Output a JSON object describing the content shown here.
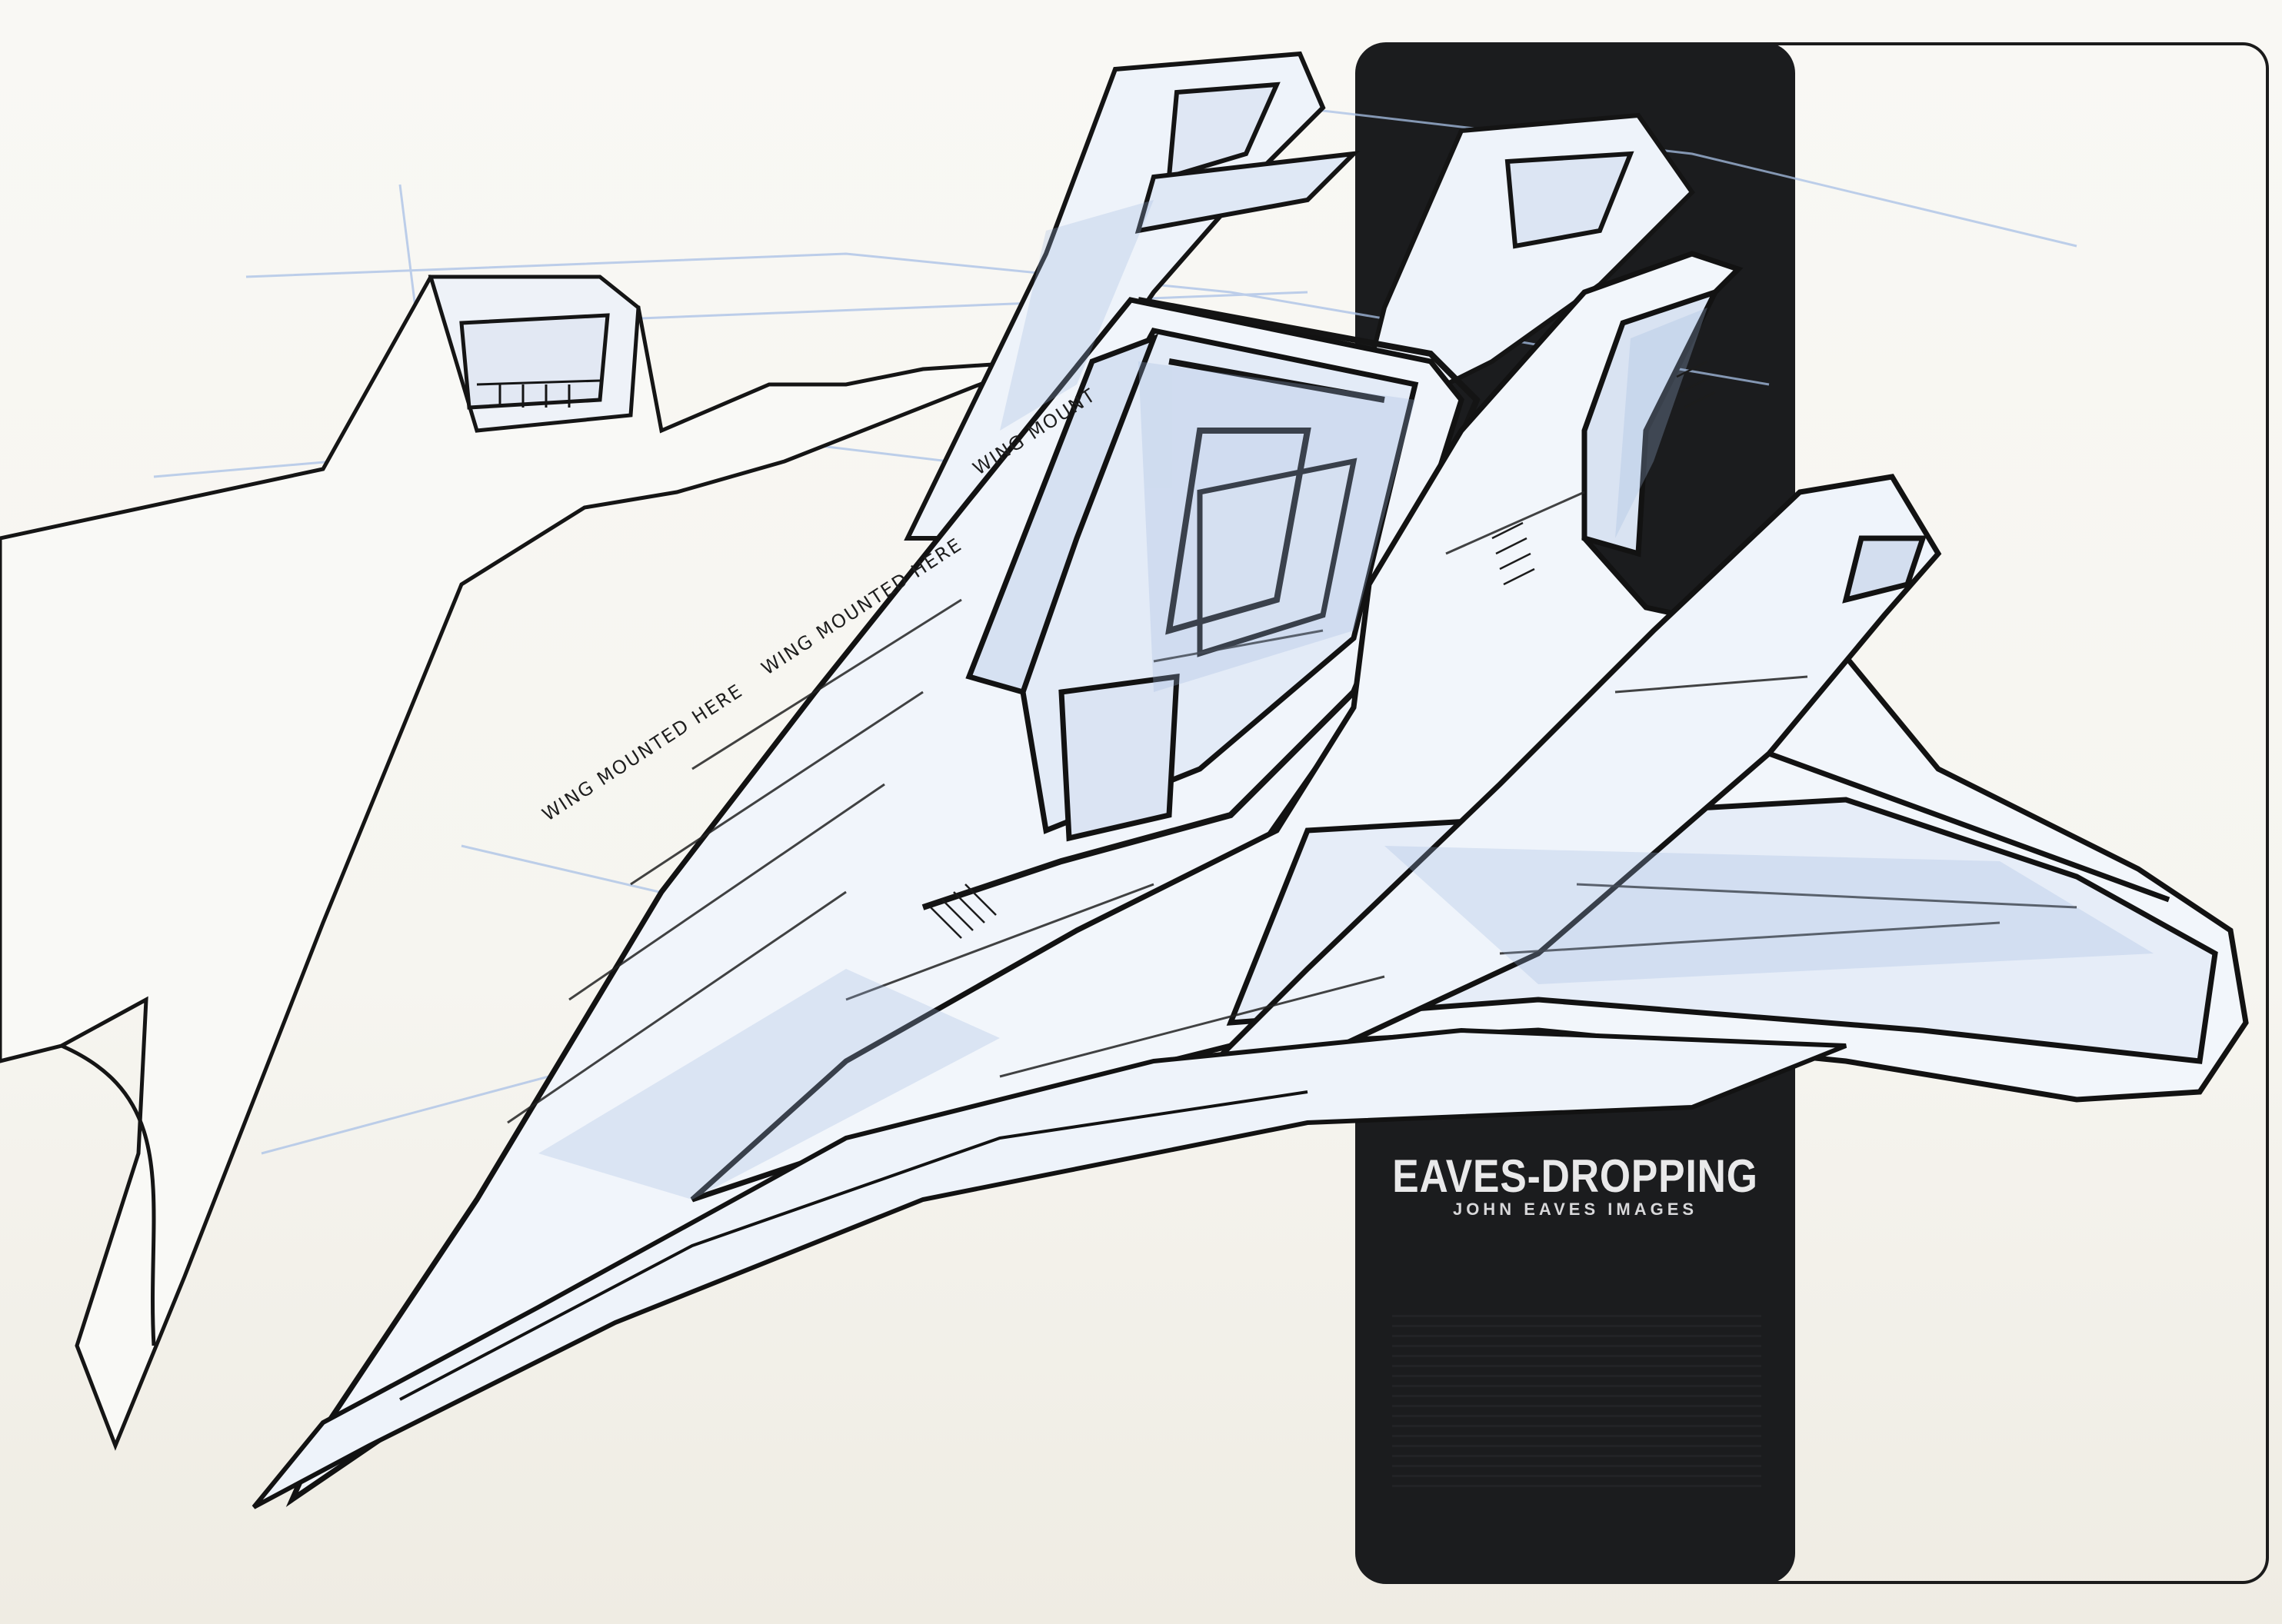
{
  "artwork": {
    "title": "EAVES-DROPPING",
    "subtitle": "JOHN EAVES IMAGES",
    "annotations": [
      "WING MOUNTED HERE",
      "WING MOUNTED HERE",
      "WING MOUNT"
    ]
  },
  "colors": {
    "paper": "#f7f6f1",
    "ink": "#1a1a1a",
    "marker_blue": "#9fb8dd",
    "panel": "#1b1c1e",
    "title_text": "#e9e9ea"
  }
}
